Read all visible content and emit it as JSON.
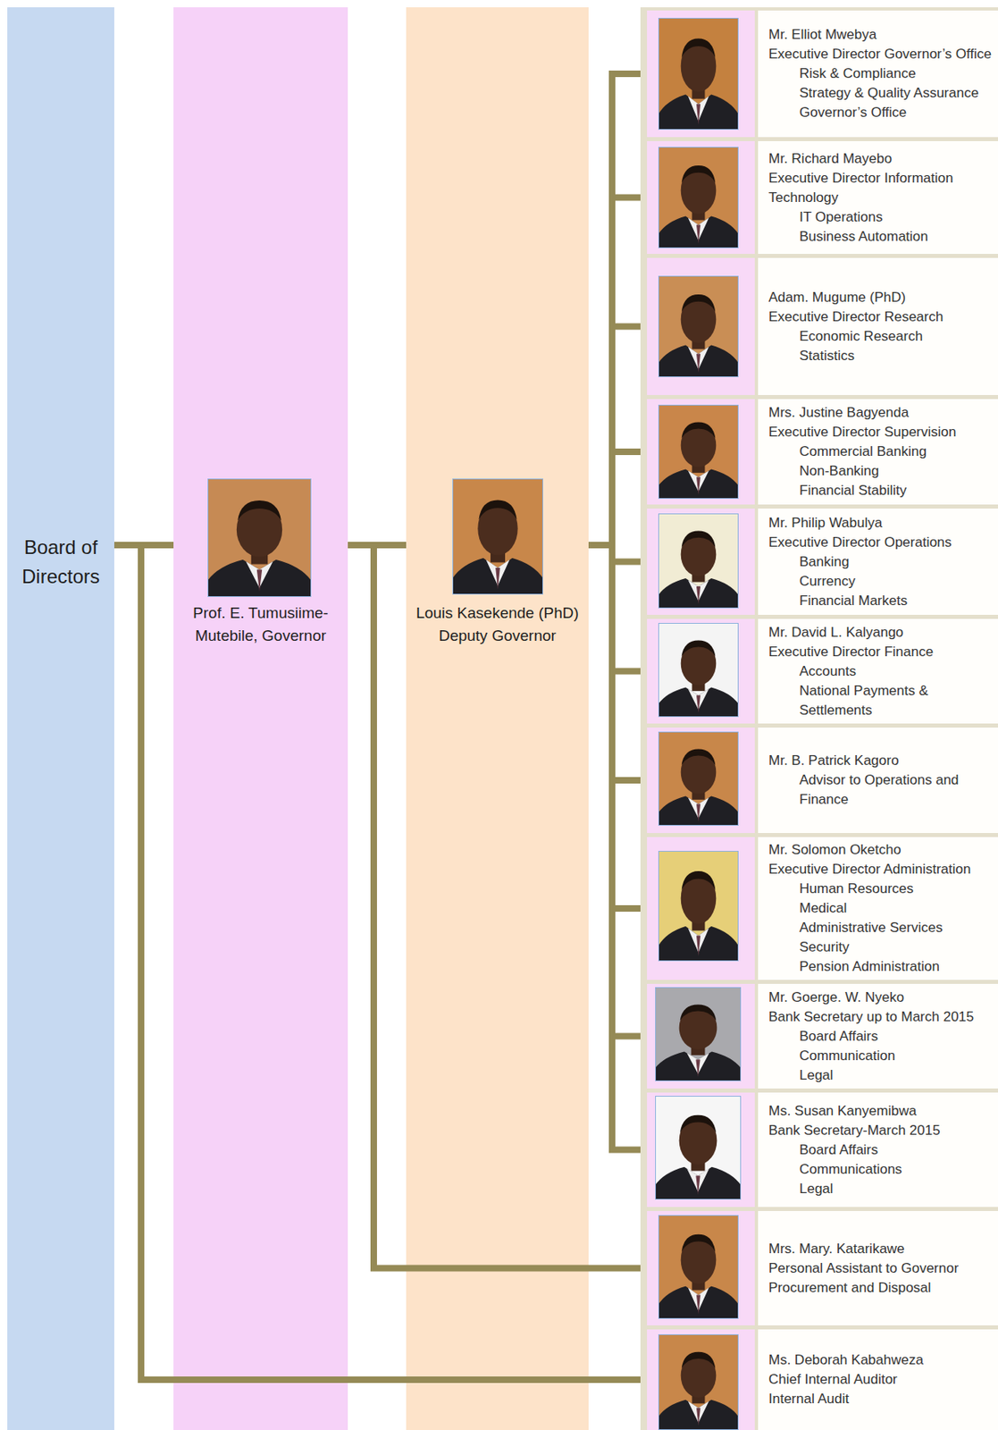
{
  "diagram": {
    "nodes": [
      {
        "text": [
          "Board of Directors"
        ]
      },
      {
        "text": [
          "Prof. E. Tumusiime-Mutebile, Governor"
        ]
      },
      {
        "text": [
          "Louis Kasekende (PhD)",
          "Deputy Governor"
        ]
      },
      {
        "text": [
          "Mr. Elliot Mwebya",
          "Executive Director Governor’s Office",
          "Risk & Compliance",
          "Strategy & Quality Assurance",
          "Governor’s Office"
        ]
      },
      {
        "text": [
          "Mr. Richard Mayebo",
          "Executive Director Information Technology",
          "IT Operations",
          "Business Automation"
        ]
      },
      {
        "text": [
          "Adam. Mugume (PhD)",
          "Executive Director Research",
          "Economic Research",
          "Statistics"
        ]
      },
      {
        "text": [
          "Mrs. Justine Bagyenda",
          "Executive Director Supervision",
          "Commercial Banking",
          "Non-Banking",
          "Financial Stability"
        ]
      },
      {
        "text": [
          "Mr. Philip Wabulya",
          "Executive Director Operations",
          "Banking",
          "Currency",
          "Financial Markets"
        ]
      },
      {
        "text": [
          "Mr. David L. Kalyango",
          "Executive Director Finance",
          "Accounts",
          "National Payments & Settlements"
        ]
      },
      {
        "text": [
          "Mr. B. Patrick Kagoro",
          "Advisor to Operations and Finance"
        ]
      },
      {
        "text": [
          "Mr. Solomon Oketcho",
          "Executive Director Administration",
          "Human Resources",
          "Medical",
          "Administrative Services",
          "Security",
          "Pension Administration"
        ]
      },
      {
        "text": [
          "Mr. Goerge. W. Nyeko",
          "Bank Secretary up to March 2015",
          "Board Affairs",
          "Communication",
          "Legal"
        ]
      },
      {
        "text": [
          "Ms. Susan Kanyemibwa",
          "Bank Secretary-March 2015",
          "Board Affairs",
          "Communications",
          "Legal"
        ]
      },
      {
        "text": [
          "Mrs. Mary. Katarikawe",
          "Personal Assistant to Governor",
          "Procurement and Disposal"
        ]
      },
      {
        "text": [
          "Ms. Deborah Kabahweza",
          "Chief Internal Auditor",
          "Internal Audit"
        ]
      }
    ],
    "edges": [
      {
        "from": 0,
        "to": 1,
        "arrow": "none"
      },
      {
        "from": 1,
        "to": 2,
        "arrow": "none"
      },
      {
        "from": 2,
        "to": 3,
        "arrow": "none"
      },
      {
        "from": 2,
        "to": 4,
        "arrow": "none"
      },
      {
        "from": 2,
        "to": 5,
        "arrow": "none"
      },
      {
        "from": 2,
        "to": 6,
        "arrow": "none"
      },
      {
        "from": 2,
        "to": 7,
        "arrow": "none"
      },
      {
        "from": 2,
        "to": 8,
        "arrow": "none"
      },
      {
        "from": 2,
        "to": 9,
        "arrow": "none"
      },
      {
        "from": 2,
        "to": 10,
        "arrow": "none"
      },
      {
        "from": 2,
        "to": 11,
        "arrow": "none"
      },
      {
        "from": 2,
        "to": 12,
        "arrow": "none"
      },
      {
        "from": 1,
        "to": 13,
        "arrow": "none"
      },
      {
        "from": 0,
        "to": 14,
        "arrow": "none"
      }
    ]
  }
}
